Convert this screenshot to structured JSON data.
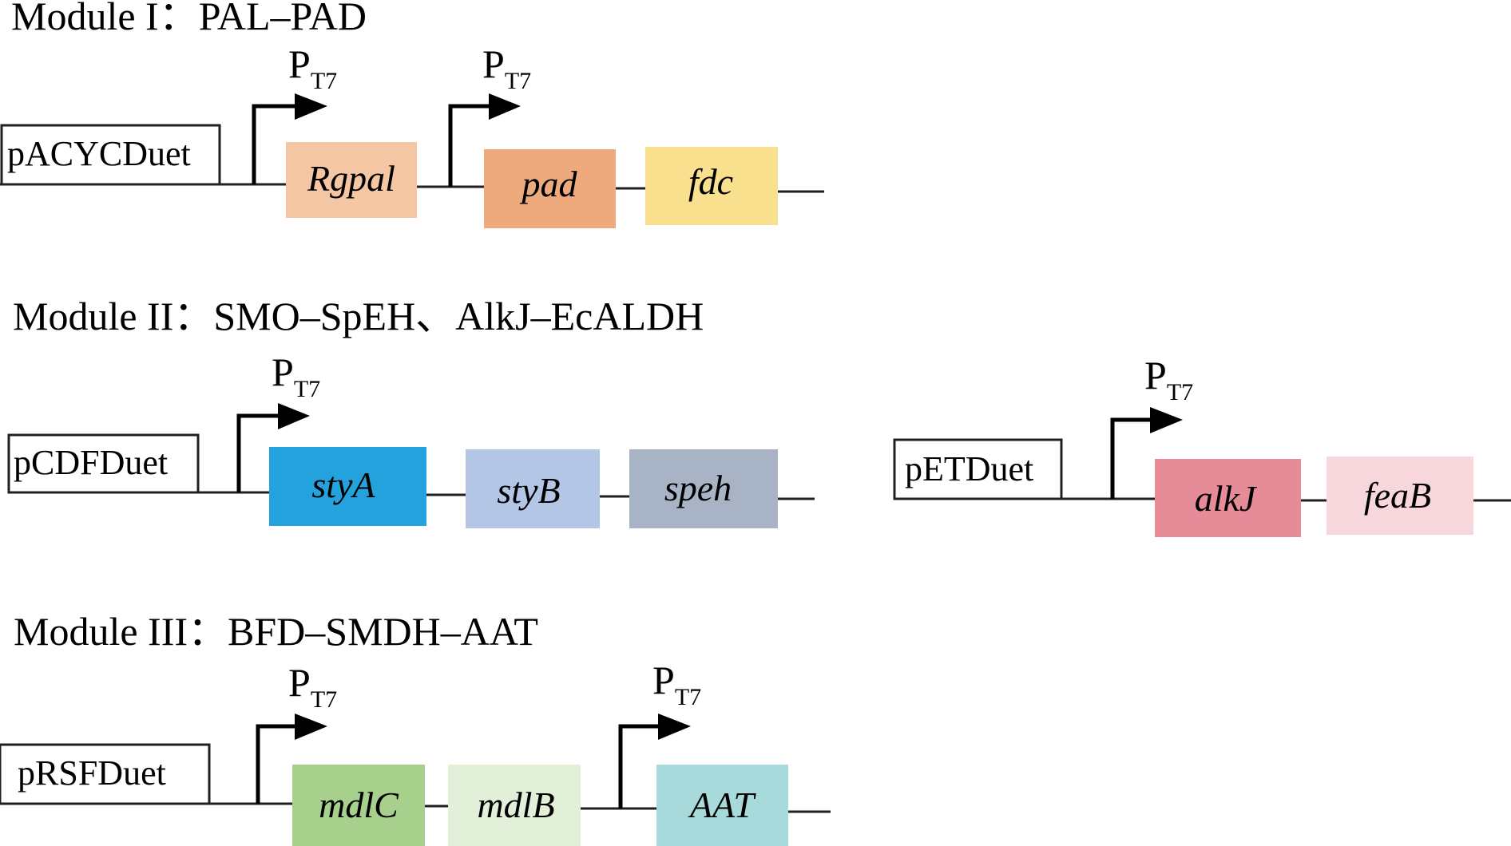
{
  "modules": [
    {
      "title": "Module I：PAL–PAD",
      "plasmids": [
        {
          "name": "pACYCDuet",
          "promoters": [
            {
              "label": "P",
              "sub": "T7"
            },
            {
              "label": "P",
              "sub": "T7"
            }
          ],
          "genes": [
            {
              "name": "Rgpal",
              "color": "#f4c6a3"
            },
            {
              "name": "pad",
              "color": "#eeaa7d"
            },
            {
              "name": "fdc",
              "color": "#f9e08f"
            }
          ]
        }
      ]
    },
    {
      "title": "Module II：SMO–SpEH、AlkJ–EcALDH",
      "plasmids": [
        {
          "name": "pCDFDuet",
          "promoters": [
            {
              "label": "P",
              "sub": "T7"
            }
          ],
          "genes": [
            {
              "name": "styA",
              "color": "#23a2dd"
            },
            {
              "name": "styB",
              "color": "#b3c6e6"
            },
            {
              "name": "speh",
              "color": "#a8b4c6"
            }
          ]
        },
        {
          "name": "pETDuet",
          "promoters": [
            {
              "label": "P",
              "sub": "T7"
            }
          ],
          "genes": [
            {
              "name": "alkJ",
              "color": "#e58c98"
            },
            {
              "name": "feaB",
              "color": "#f7d6dc"
            }
          ]
        }
      ]
    },
    {
      "title": "Module III：BFD–SMDH–AAT",
      "plasmids": [
        {
          "name": "pRSFDuet",
          "promoters": [
            {
              "label": "P",
              "sub": "T7"
            },
            {
              "label": "P",
              "sub": "T7"
            }
          ],
          "genes": [
            {
              "name": "mdlC",
              "color": "#a8d08d"
            },
            {
              "name": "mdlB",
              "color": "#e2efd9"
            },
            {
              "name": "AAT",
              "color": "#a8dadb"
            }
          ]
        }
      ]
    }
  ]
}
